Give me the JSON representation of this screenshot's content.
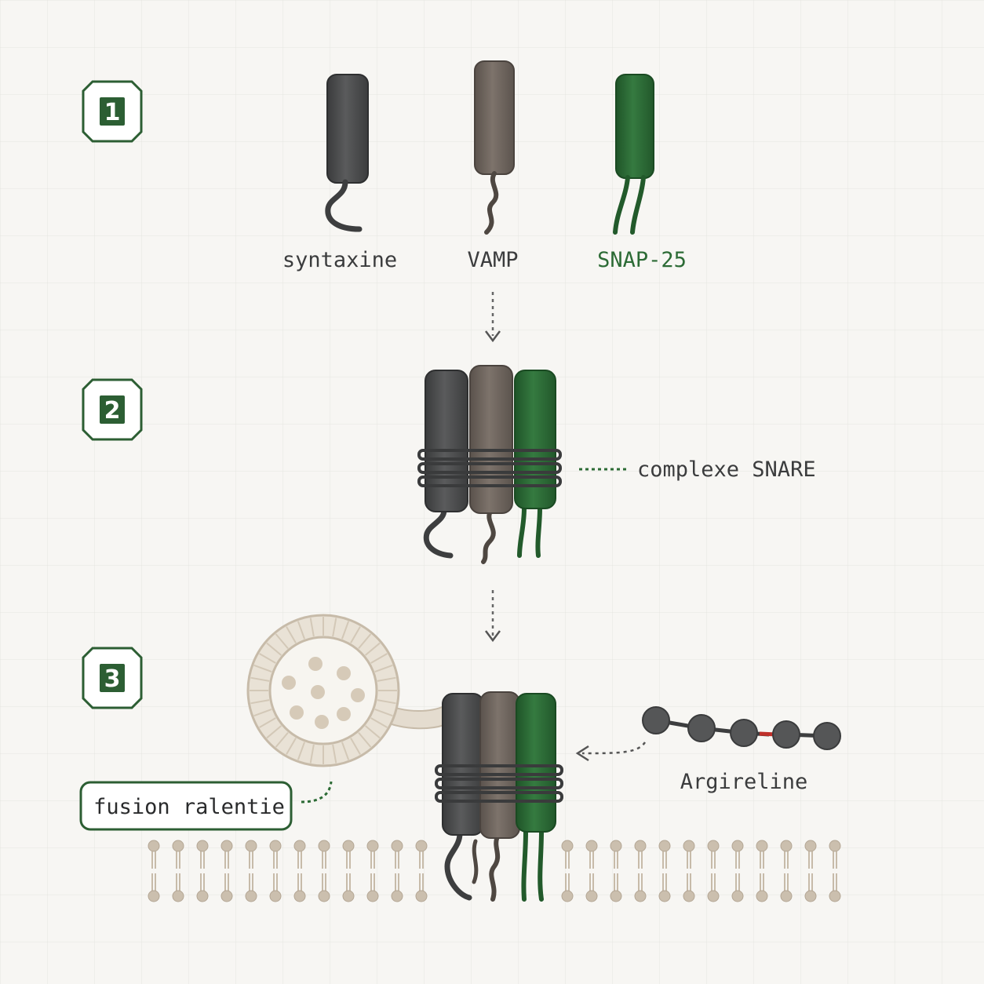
{
  "steps": {
    "s1": "1",
    "s2": "2",
    "s3": "3"
  },
  "proteins": {
    "syntaxin": {
      "label": "syntaxine",
      "color": "#4a4b4c"
    },
    "vamp": {
      "label": "VAMP",
      "color": "#6b625b"
    },
    "snap25": {
      "label": "SNAP-25",
      "color": "#2c6b35"
    }
  },
  "complex_label": "complexe SNARE",
  "peptide_label": "Argireline",
  "fusion_label": "fusion ralentie",
  "colors": {
    "background": "#f7f6f3",
    "grid": "#e6e5e0",
    "accent_green": "#2c5e33",
    "membrane": "#cbbfae",
    "vesicle": "#e4dccf",
    "peptide_bead": "#555657",
    "peptide_bond_highlight": "#c0302a"
  }
}
